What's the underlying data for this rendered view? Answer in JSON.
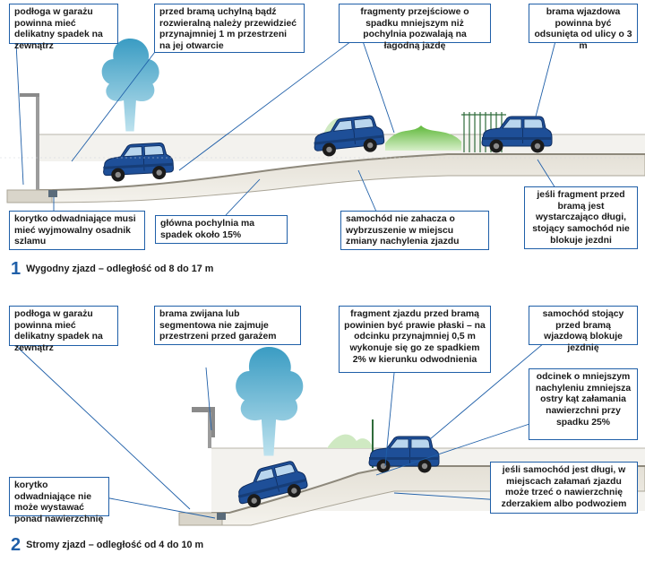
{
  "top_labels": [
    "podłoga w garażu powinna mieć delikatny spadek na zewnątrz",
    "przed bramą uchylną bądź rozwieralną należy przewidzieć przynajmniej 1 m przestrzeni na jej otwarcie",
    "fragmenty przejściowe o spadku mniejszym niż pochylnia pozwalają na łagodną jazdę",
    "brama wjazdowa powinna być odsunięta od ulicy o 3 m",
    "korytko odwadniające musi mieć wyjmowalny osadnik szlamu",
    "główna pochylnia ma spadek około 15%",
    "samochód nie zahacza o wybrzuszenie w miejscu zmiany nachylenia zjazdu",
    "jeśli fragment przed bramą jest wystarczająco długi, stojący samochód nie blokuje jezdni"
  ],
  "top_caption": {
    "number": "1",
    "text": "Wygodny zjazd – odległość od 8 do 17 m"
  },
  "bottom_labels": [
    "podłoga w garażu powinna mieć delikatny spadek na zewnątrz",
    "brama zwijana lub segmentowa nie zajmuje przestrzeni przed garażem",
    "fragment zjazdu przed bramą powinien być prawie płaski – na odcinku przynajmniej 0,5 m wykonuje się go ze spadkiem 2% w kierunku odwodnienia",
    "samochód stojący przed bramą wjazdową blokuje jezdnię",
    "odcinek o mniejszym nachyleniu zmniejsza ostry kąt załamania nawierzchni przy spadku 25%",
    "korytko odwadniające nie może wystawać ponad nawierzchnię",
    "jeśli samochód jest długi, w miejscach załamań zjazdu może trzeć o nawierzchnię zderzakiem albo podwoziem"
  ],
  "bottom_caption": {
    "number": "2",
    "text": "Stromy zjazd – odległość od 4 do 10 m"
  },
  "colors": {
    "accent": "#1f5fa8",
    "car": "#1e4f98",
    "car_dark": "#0e2c5e",
    "ground": "#dbd7cc",
    "ground_dark": "#b9b4a6",
    "tree": "#4aa8c9",
    "grass": "#6cc04a"
  }
}
